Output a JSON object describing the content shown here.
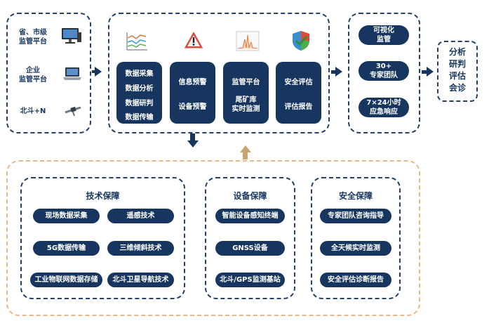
{
  "sources": [
    {
      "label": "省、市级\n监管平台",
      "icon": "desktop-computer-icon"
    },
    {
      "label": "企业\n监管平台",
      "icon": "laptop-icon"
    },
    {
      "label": "北斗+N",
      "icon": "satellite-icon"
    }
  ],
  "columns": [
    {
      "icon": "line-chart-icon",
      "items": [
        "数据采集",
        "数据分析",
        "数据研判",
        "数据传输"
      ]
    },
    {
      "icon": "warning-triangle-icon",
      "items": [
        "信息预警",
        "设备预警"
      ]
    },
    {
      "icon": "spectrum-chart-icon",
      "items": [
        "监管平台",
        "尾矿库\n实时监测"
      ]
    },
    {
      "icon": "security-shield-icon",
      "items": [
        "安全评估",
        "评估报告"
      ]
    }
  ],
  "services": [
    "可视化\n监管",
    "30+\n专家团队",
    "7×24小时\n应急响应"
  ],
  "result": "分析\n研判\n评估\n会诊",
  "support": {
    "tech": {
      "title": "技术保障",
      "items": [
        "现场数据采集",
        "遥感技术",
        "5G数据传输",
        "三维倾斜技术",
        "工业物联网数据存储",
        "北斗卫星导航技术"
      ]
    },
    "device": {
      "title": "设备保障",
      "items": [
        "智能设备感知终端",
        "GNSS设备",
        "北斗/GPS监测基站"
      ]
    },
    "safety": {
      "title": "安全保障",
      "items": [
        "专家团队咨询指导",
        "全天候实时监测",
        "安全评估诊断报告"
      ]
    }
  },
  "colors": {
    "navy": "#16365f",
    "border": "#25406a",
    "orange": "#e6b98a",
    "arrow_up": "#c9a46c"
  }
}
